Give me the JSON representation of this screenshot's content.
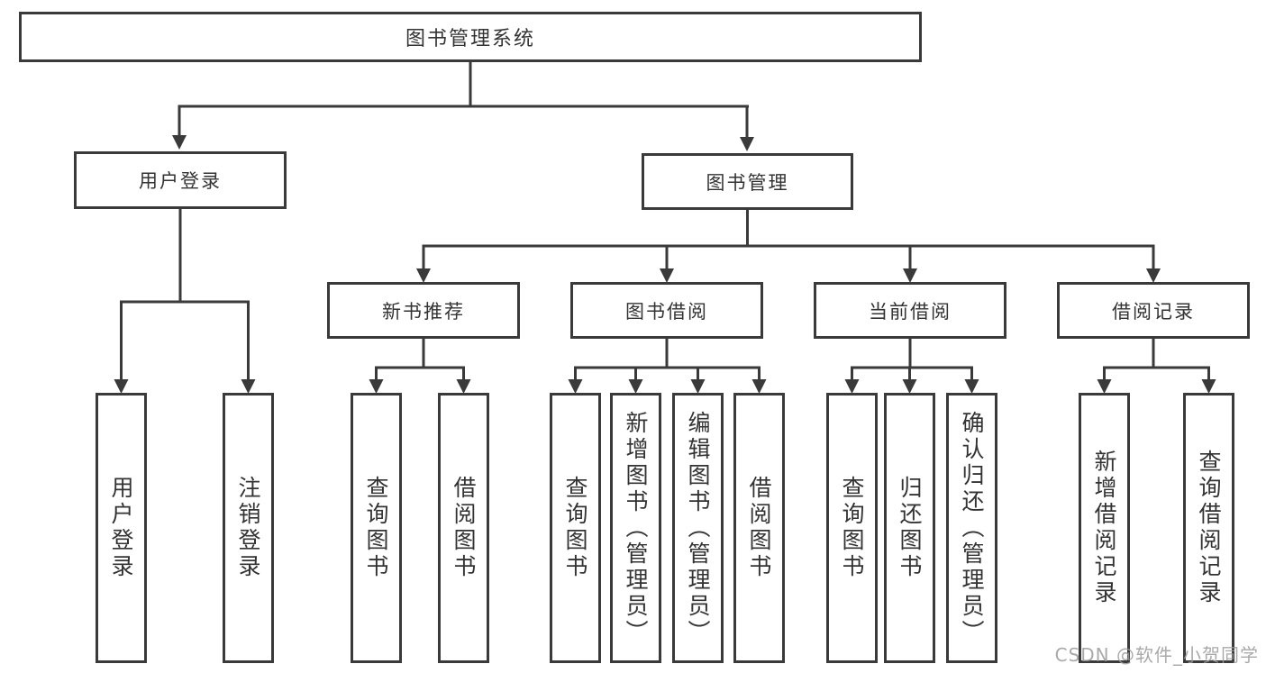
{
  "diagram": {
    "root": {
      "label": "图书管理系统"
    },
    "level2": [
      {
        "label": "用户登录"
      },
      {
        "label": "图书管理"
      }
    ],
    "level3": [
      {
        "label": "新书推荐"
      },
      {
        "label": "图书借阅"
      },
      {
        "label": "当前借阅"
      },
      {
        "label": "借阅记录"
      }
    ],
    "leaves": {
      "user_login": [
        "用户登录",
        "注销登录"
      ],
      "new_book_recommend": [
        "查询图书",
        "借阅图书"
      ],
      "book_borrow": [
        "查询图书",
        "新增图书（管理员）",
        "编辑图书（管理员）",
        "借阅图书"
      ],
      "current_borrow": [
        "查询图书",
        "归还图书",
        "确认归还（管理员）"
      ],
      "borrow_record": [
        "新增借阅记录",
        "查询借阅记录"
      ]
    },
    "watermark": "CSDN @软件_小贺同学",
    "colors": {
      "line": "#3a3a3a",
      "box_border": "#3a3a3a",
      "text": "#333333",
      "background": "#ffffff",
      "watermark": "#9b9b9b"
    }
  }
}
